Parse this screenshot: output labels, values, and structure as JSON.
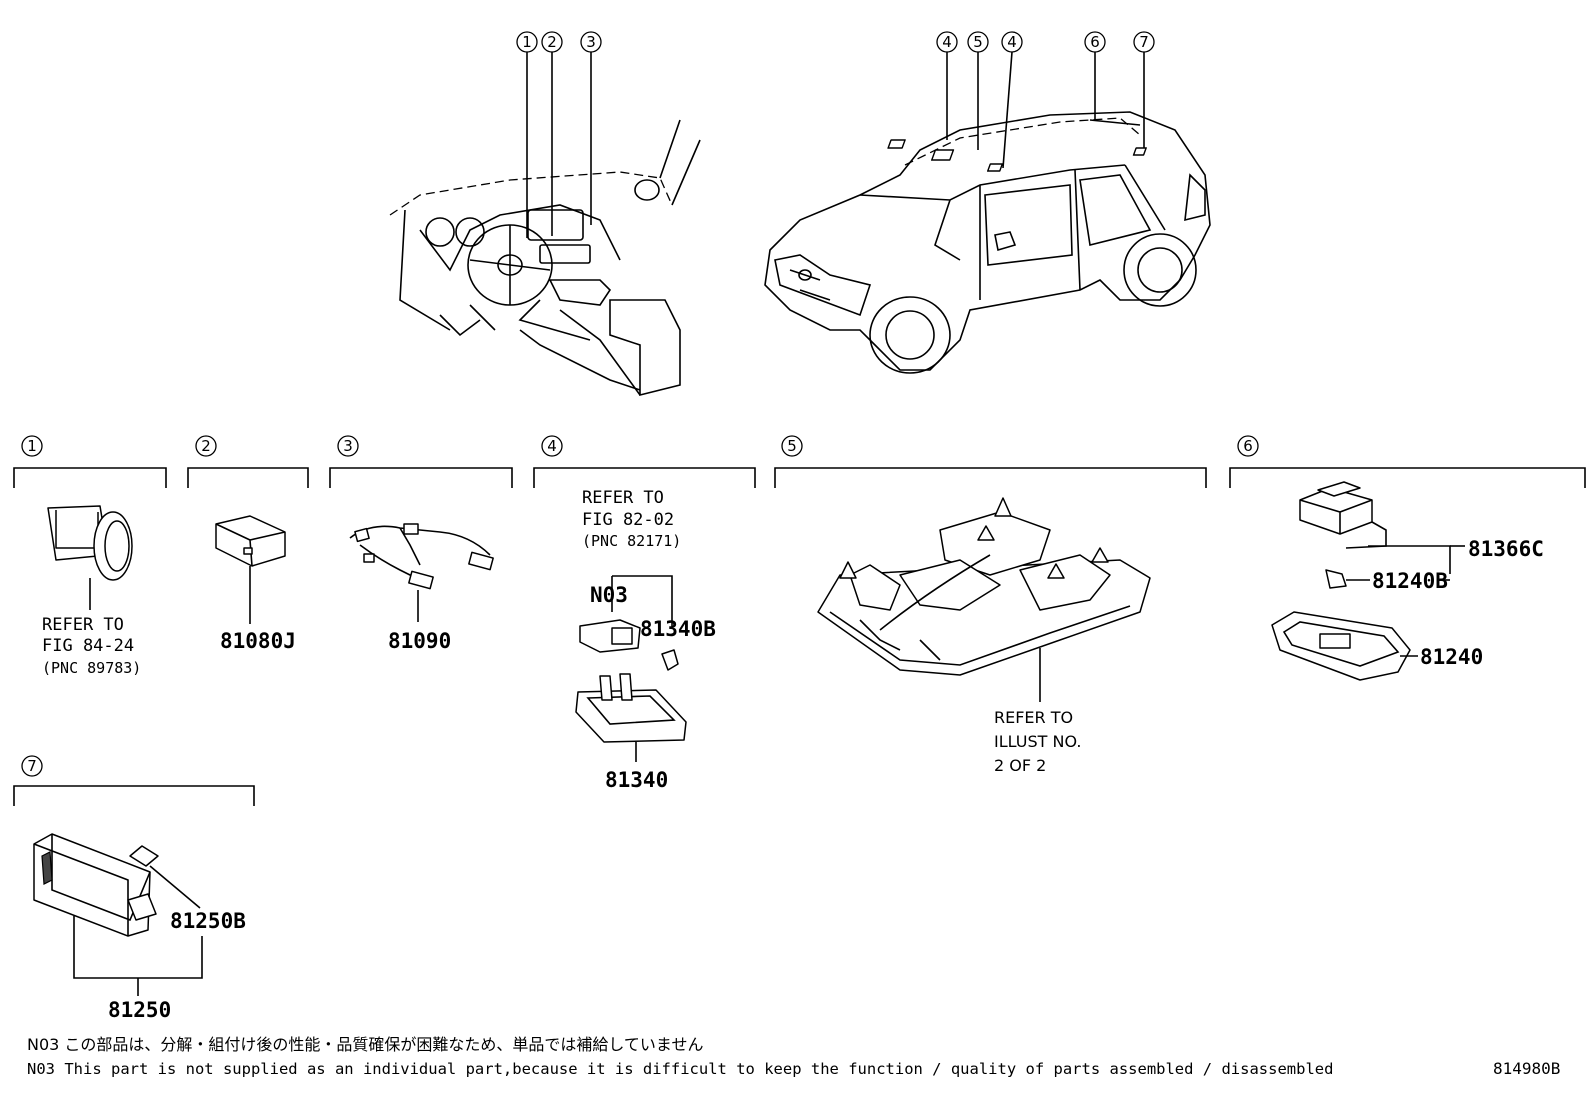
{
  "callouts_top": [
    "1",
    "2",
    "3",
    "4",
    "5",
    "4",
    "6",
    "7"
  ],
  "sections": [
    {
      "num": "1",
      "refer": [
        "REFER TO",
        "FIG 84-24",
        "(PNC 89783)"
      ]
    },
    {
      "num": "2",
      "parts": [
        "81080J"
      ]
    },
    {
      "num": "3",
      "parts": [
        "81090"
      ]
    },
    {
      "num": "4",
      "refer": [
        "REFER TO",
        "FIG 82-02",
        "(PNC 82171)"
      ],
      "parts": [
        "N03",
        "81340B",
        "81340"
      ]
    },
    {
      "num": "5",
      "refer": [
        "REFER TO",
        "ILLUST NO.",
        "2 OF 2"
      ]
    },
    {
      "num": "6",
      "parts": [
        "81366C",
        "81240B",
        "81240"
      ]
    },
    {
      "num": "7",
      "parts": [
        "81250B",
        "81250"
      ]
    }
  ],
  "notes": {
    "jp": "N03 この部品は、分解・組付け後の性能・品質確保が困難なため、単品では補給していません",
    "en": "N03 This part is not supplied as an individual part,because it is difficult to keep the function / quality of parts assembled / disassembled"
  },
  "illustration_id": "814980B"
}
